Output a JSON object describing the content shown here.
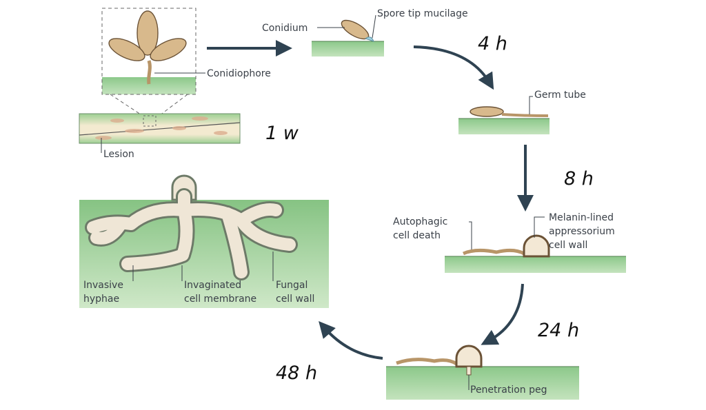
{
  "labels": {
    "conidiophore": "Conidiophore",
    "lesion": "Lesion",
    "conidium": "Conidium",
    "spore_tip_mucilage": "Spore tip mucilage",
    "germ_tube": "Germ tube",
    "autophagic_cell_death": [
      "Autophagic",
      "cell death"
    ],
    "melanin_lined": [
      "Melanin-lined",
      "appressorium",
      "cell wall"
    ],
    "penetration_peg": "Penetration peg",
    "invasive_hyphae": [
      "Invasive",
      "hyphae"
    ],
    "invaginated_membrane": [
      "Invaginated",
      "cell membrane"
    ],
    "fungal_cell_wall": [
      "Fungal",
      "cell wall"
    ]
  },
  "times": {
    "stage_1w": "1 w",
    "stage_4h": "4 h",
    "stage_8h": "8 h",
    "stage_24h": "24 h",
    "stage_48h": "48 h"
  },
  "colors": {
    "plant_green": "#8cc88a",
    "fungus": "#d8b98c",
    "arrow": "#2f4352",
    "hypha_fill": "#efe6d6"
  }
}
